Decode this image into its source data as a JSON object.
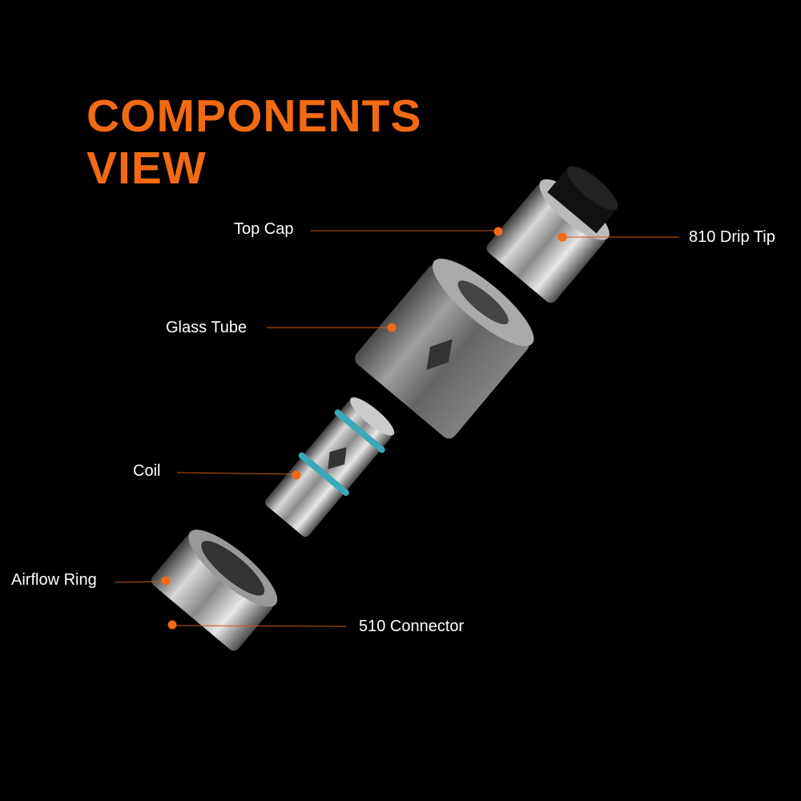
{
  "title": {
    "line1": "COMPONENTS",
    "line2": "VIEW"
  },
  "labels": {
    "top_cap": "Top Cap",
    "drip_tip": "810 Drip Tip",
    "glass_tube": "Glass Tube",
    "coil": "Coil",
    "airflow_ring": "Airflow Ring",
    "connector": "510 Connector"
  },
  "colors": {
    "accent": "#f26a12",
    "background": "#000000",
    "oring": "#3aa8b8"
  }
}
